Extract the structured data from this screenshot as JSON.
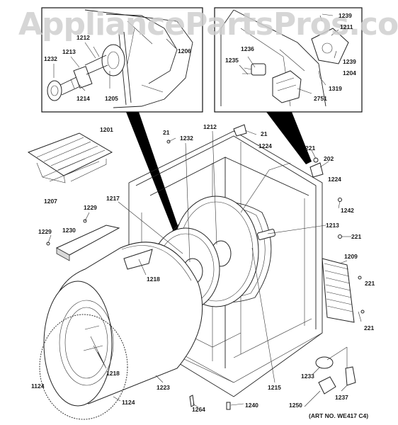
{
  "watermark": "AppliancePartsPros.com",
  "art_number": "(ART NO. WE417 C4)",
  "callouts": [
    {
      "id": "c1212a",
      "text": "1212"
    },
    {
      "id": "c1213a",
      "text": "1213"
    },
    {
      "id": "c1232a",
      "text": "1232"
    },
    {
      "id": "c1214",
      "text": "1214"
    },
    {
      "id": "c1205",
      "text": "1205"
    },
    {
      "id": "c1206",
      "text": "1206"
    },
    {
      "id": "c1239a",
      "text": "1239"
    },
    {
      "id": "c1211",
      "text": "1211"
    },
    {
      "id": "c1236",
      "text": "1236"
    },
    {
      "id": "c1235",
      "text": "1235"
    },
    {
      "id": "c1239b",
      "text": "1239"
    },
    {
      "id": "c1204",
      "text": "1204"
    },
    {
      "id": "c1319",
      "text": "1319"
    },
    {
      "id": "c2751",
      "text": "2751"
    },
    {
      "id": "c1201",
      "text": "1201"
    },
    {
      "id": "c21a",
      "text": "21"
    },
    {
      "id": "c1232b",
      "text": "1232"
    },
    {
      "id": "c1212b",
      "text": "1212"
    },
    {
      "id": "c21b",
      "text": "21"
    },
    {
      "id": "c1224a",
      "text": "1224"
    },
    {
      "id": "c221a",
      "text": "221"
    },
    {
      "id": "c202",
      "text": "202"
    },
    {
      "id": "c1224b",
      "text": "1224"
    },
    {
      "id": "c1207",
      "text": "1207"
    },
    {
      "id": "c1217",
      "text": "1217"
    },
    {
      "id": "c1229a",
      "text": "1229"
    },
    {
      "id": "c1242",
      "text": "1242"
    },
    {
      "id": "c1229b",
      "text": "1229"
    },
    {
      "id": "c1230",
      "text": "1230"
    },
    {
      "id": "c1213b",
      "text": "1213"
    },
    {
      "id": "c221b",
      "text": "221"
    },
    {
      "id": "c1209",
      "text": "1209"
    },
    {
      "id": "c1218a",
      "text": "1218"
    },
    {
      "id": "c221c",
      "text": "221"
    },
    {
      "id": "c221d",
      "text": "221"
    },
    {
      "id": "c1218b",
      "text": "1218"
    },
    {
      "id": "c1124a",
      "text": "1124"
    },
    {
      "id": "c1223",
      "text": "1223"
    },
    {
      "id": "c1215",
      "text": "1215"
    },
    {
      "id": "c1233",
      "text": "1233"
    },
    {
      "id": "c1237",
      "text": "1237"
    },
    {
      "id": "c1124b",
      "text": "1124"
    },
    {
      "id": "c1264",
      "text": "1264"
    },
    {
      "id": "c1240",
      "text": "1240"
    },
    {
      "id": "c1250",
      "text": "1250"
    }
  ]
}
